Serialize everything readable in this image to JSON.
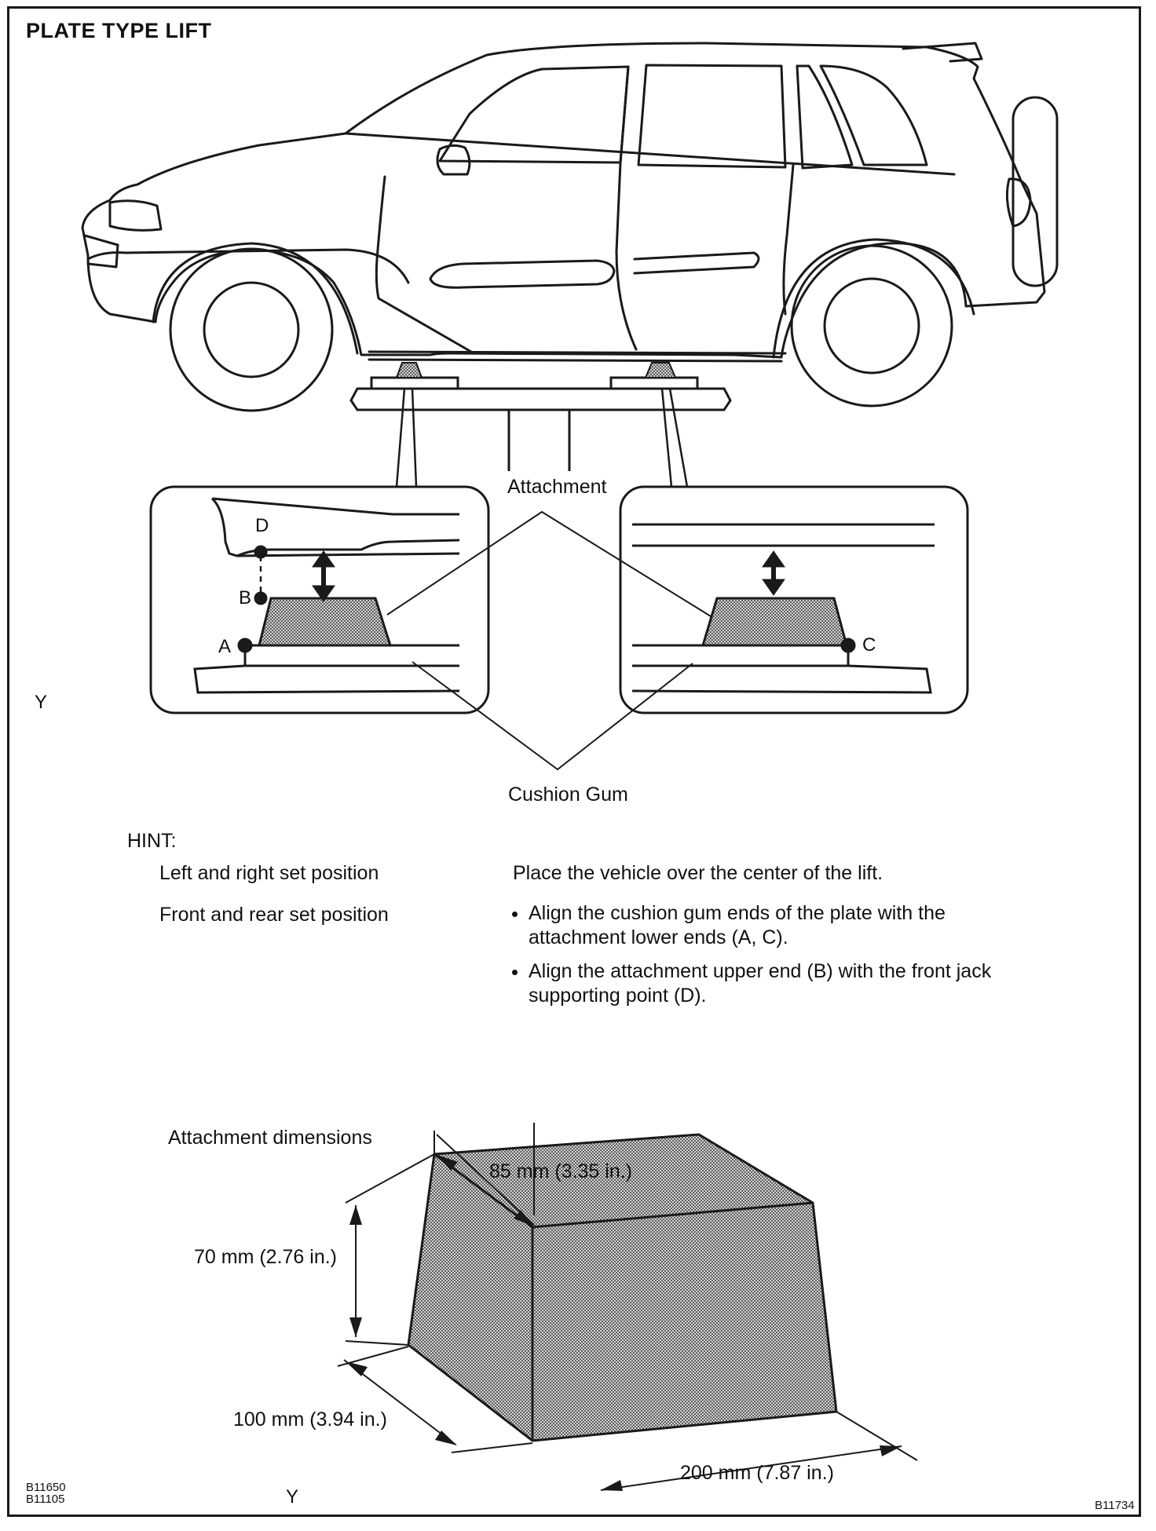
{
  "title": "PLATE TYPE LIFT",
  "labels": {
    "attachment": "Attachment",
    "cushion_gum": "Cushion Gum",
    "point_a": "A",
    "point_b": "B",
    "point_c": "C",
    "point_d": "D",
    "y_mark_top": "Y",
    "y_mark_bottom": "Y"
  },
  "hint": {
    "heading": "HINT:",
    "rows": [
      {
        "label": "Left and right set position",
        "text": "Place the vehicle over the center of the lift."
      },
      {
        "label": "Front and rear set position",
        "steps": [
          "Align the cushion gum ends of the plate with the attachment lower ends (A, C).",
          "Align the attachment upper end (B) with the front jack supporting point (D)."
        ]
      }
    ]
  },
  "dimensions": {
    "heading": "Attachment dimensions",
    "top_width": "85 mm (3.35 in.)",
    "height": "70 mm (2.76 in.)",
    "bottom_width": "100 mm (3.94 in.)",
    "length": "200 mm (7.87 in.)"
  },
  "codes": {
    "bottom_left_1": "B11650",
    "bottom_left_2": "B11105",
    "bottom_right": "B11734"
  },
  "colors": {
    "line": "#1a1a1a",
    "fill": "#9a9a9a",
    "paper": "#ffffff"
  }
}
